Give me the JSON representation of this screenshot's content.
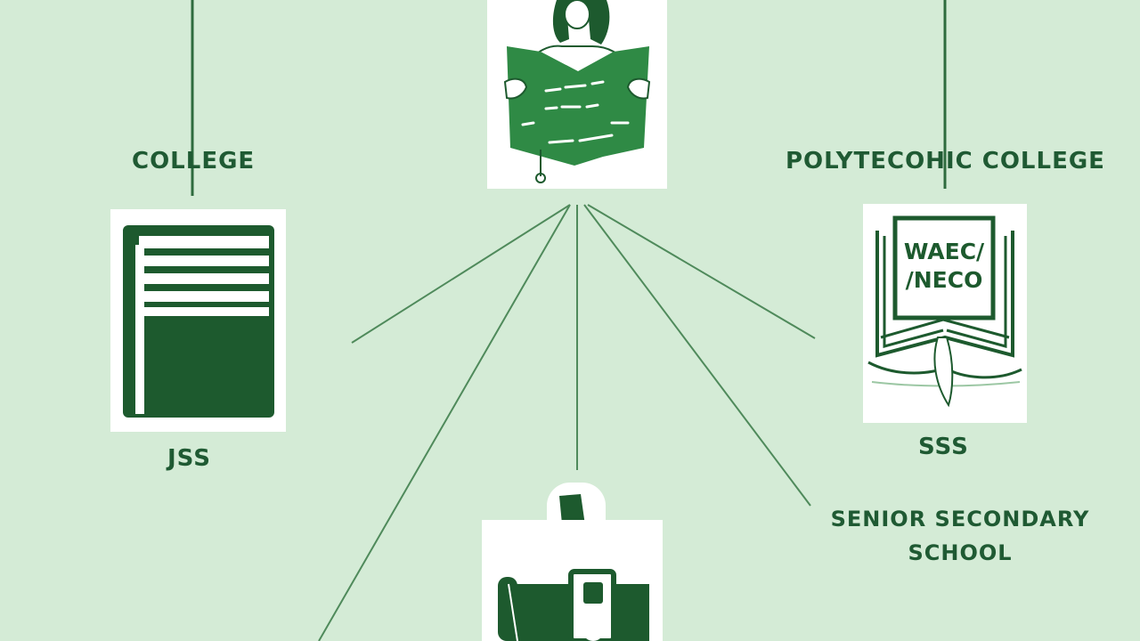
{
  "nodes": {
    "top_left": {
      "label": "COLLEGE"
    },
    "top_right": {
      "label": "POLYTECOHIC COLLEGE"
    },
    "left": {
      "label": "JSS"
    },
    "right": {
      "label": "SSS",
      "book_text_line1": "WAEC/",
      "book_text_line2": "/NECO"
    },
    "right_lower": {
      "label_line1": "SENIOR SECONDARY",
      "label_line2": "SCHOOL"
    }
  },
  "icons": {
    "center_top": "person-reading-board-icon",
    "left_card": "book-icon",
    "right_card": "open-book-icon",
    "bottom_card": "briefcase-icon"
  },
  "colors": {
    "background": "#d4ebd6",
    "primary_green": "#1d5a2e",
    "card_green": "#2f8a45",
    "line": "#4f8a5b"
  }
}
